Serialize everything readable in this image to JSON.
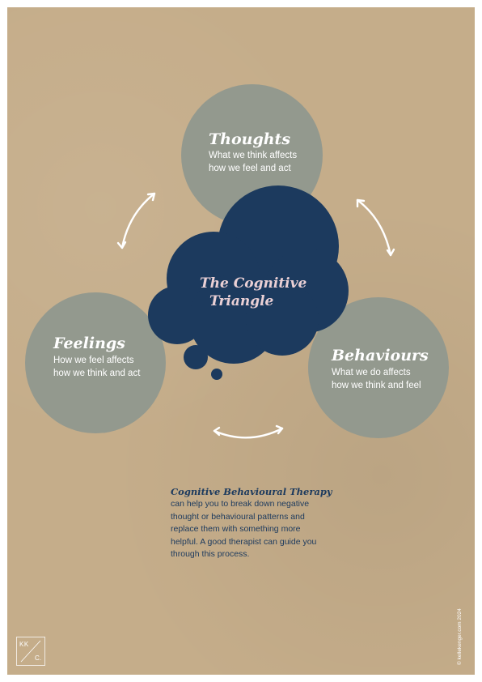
{
  "diagram": {
    "center": {
      "title_line1": "The Cognitive",
      "title_line2": "Triangle"
    },
    "nodes": {
      "thoughts": {
        "title": "Thoughts",
        "desc_line1": "What we think affects",
        "desc_line2": "how we feel and act"
      },
      "feelings": {
        "title": "Feelings",
        "desc_line1": "How we feel affects",
        "desc_line2": "how we think and act"
      },
      "behaviours": {
        "title": "Behaviours",
        "desc_line1": "What we do affects",
        "desc_line2": "how we think and feel"
      }
    }
  },
  "footer": {
    "cbt_heading": "Cognitive Behavioural Therapy",
    "cbt_lines": [
      "can help you to break down negative",
      "thought or behavioural patterns and",
      "replace them with something more",
      "helpful. A good therapist can guide you",
      "through this process."
    ],
    "logo_top": "KK",
    "logo_bottom": "C.",
    "credit": "© kellekenger.com 2024"
  },
  "colors": {
    "background": "#c5ad8a",
    "circle": "#93998e",
    "cloud": "#1c3a5e",
    "cloud_text": "#ead0d5",
    "text": "#ffffff"
  }
}
